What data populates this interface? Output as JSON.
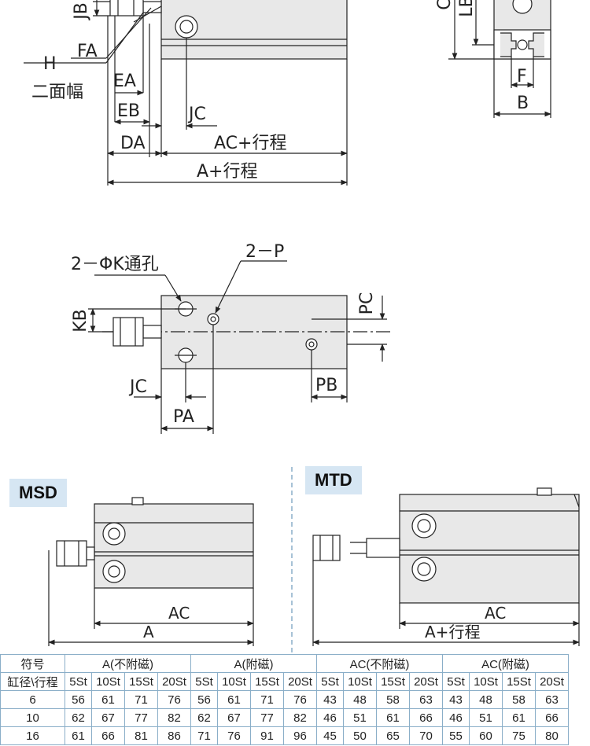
{
  "top_view": {
    "labels": {
      "jb": "JB",
      "fa": "FA",
      "h": "H",
      "h_note": "二面幅",
      "ea": "EA",
      "eb": "EB",
      "jc": "JC",
      "da": "DA",
      "ac_stroke": "AC+行程",
      "a_stroke": "A+行程"
    }
  },
  "side_view": {
    "labels": {
      "c": "C",
      "lb": "LB",
      "f": "F",
      "b": "B"
    }
  },
  "bottom_view": {
    "labels": {
      "k_hole": "2－ΦK通孔",
      "p_port": "2－P",
      "pc": "PC",
      "kb": "KB",
      "jc": "JC",
      "pb": "PB",
      "pa": "PA"
    }
  },
  "msd": {
    "tag": "MSD",
    "ac": "AC",
    "a": "A"
  },
  "mtd": {
    "tag": "MTD",
    "ac": "AC",
    "a_stroke": "A+行程"
  },
  "spec_table": {
    "header_symbol": "符号",
    "header_bore_stroke": "缸径\\行程",
    "groups": [
      "A(不附磁)",
      "A(附磁)",
      "AC(不附磁)",
      "AC(附磁)"
    ],
    "strokes": [
      "5St",
      "10St",
      "15St",
      "20St"
    ],
    "rows": [
      {
        "bore": "6",
        "values": [
          "56",
          "61",
          "71",
          "76",
          "56",
          "61",
          "71",
          "76",
          "43",
          "48",
          "58",
          "63",
          "43",
          "48",
          "58",
          "63"
        ]
      },
      {
        "bore": "10",
        "values": [
          "62",
          "67",
          "77",
          "82",
          "62",
          "67",
          "77",
          "82",
          "46",
          "51",
          "61",
          "66",
          "46",
          "51",
          "61",
          "66"
        ]
      },
      {
        "bore": "16",
        "values": [
          "61",
          "66",
          "81",
          "86",
          "71",
          "76",
          "91",
          "96",
          "45",
          "50",
          "65",
          "70",
          "55",
          "60",
          "75",
          "80"
        ]
      }
    ]
  },
  "colors": {
    "line": "#222222",
    "body_fill": "#e8e8e8",
    "tag_bg": "#d6e6f3",
    "table_border": "#8aaec8"
  }
}
